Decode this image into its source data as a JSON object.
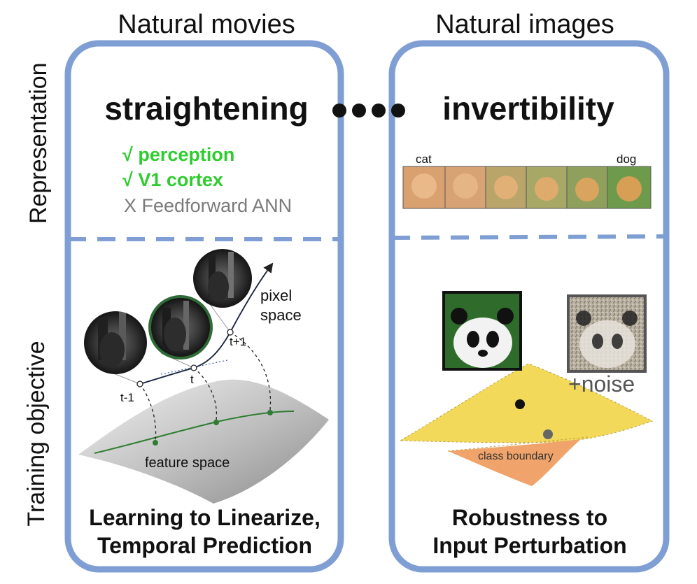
{
  "columns": {
    "left_title": "Natural movies",
    "right_title": "Natural images"
  },
  "rows": {
    "top_label": "Representation",
    "bottom_label": "Training objective"
  },
  "left_panel": {
    "property": "straightening",
    "checks": [
      {
        "mark": "√",
        "text": "perception"
      },
      {
        "mark": "√",
        "text": "V1 cortex"
      }
    ],
    "cross": {
      "mark": "X",
      "text": "Feedforward ANN"
    },
    "diagram": {
      "pixel_space_label_1": "pixel",
      "pixel_space_label_2": "space",
      "feature_space_label": "feature space",
      "time_labels": [
        "t-1",
        "t",
        "t+1"
      ]
    },
    "objective_line_1": "Learning to Linearize,",
    "objective_line_2": "Temporal Prediction"
  },
  "right_panel": {
    "property": "invertibility",
    "morph_labels": {
      "start": "cat",
      "end": "dog"
    },
    "noise_label": "+noise",
    "class_boundary_label": "class boundary",
    "objective_line_1": "Robustness to",
    "objective_line_2": "Input Perturbation"
  },
  "ellipsis": "••••",
  "colors": {
    "panel_border": "#7f9fd4",
    "check_green": "#2ecc2e",
    "cross_gray": "#7a7a7a",
    "manifold_green": "#2e7d32",
    "curve_blue": "#3f5fa8",
    "region_yellow": "#f2d95a",
    "region_orange": "#f0a36a"
  }
}
